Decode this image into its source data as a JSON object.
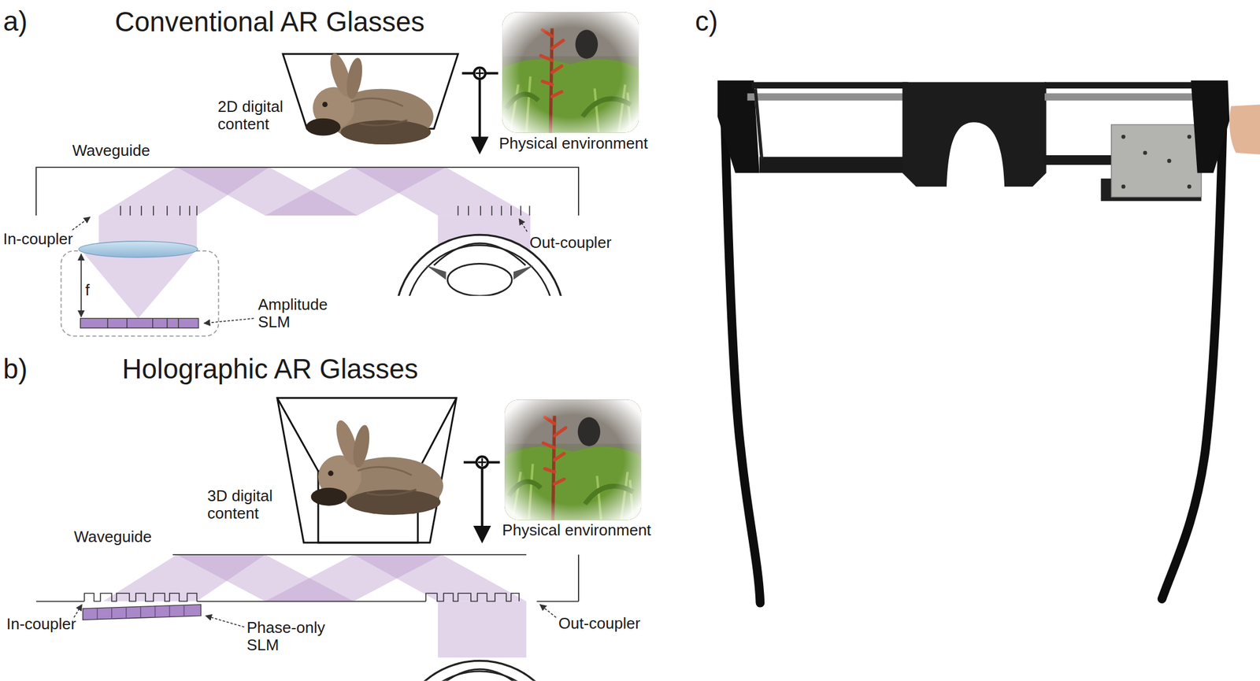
{
  "diagram": {
    "labels": [
      "a)",
      "Conventional AR Glasses",
      "2D digital content",
      "Physical environment",
      "Waveguide",
      "In-coupler",
      "f",
      "Amplitude SLM",
      "Out-coupler",
      "b)",
      "Holographic AR Glasses",
      "3D digital content",
      "Physical environment",
      "Waveguide",
      "In-coupler",
      "Phase-only SLM",
      "Out-coupler",
      "c)"
    ]
  }
}
